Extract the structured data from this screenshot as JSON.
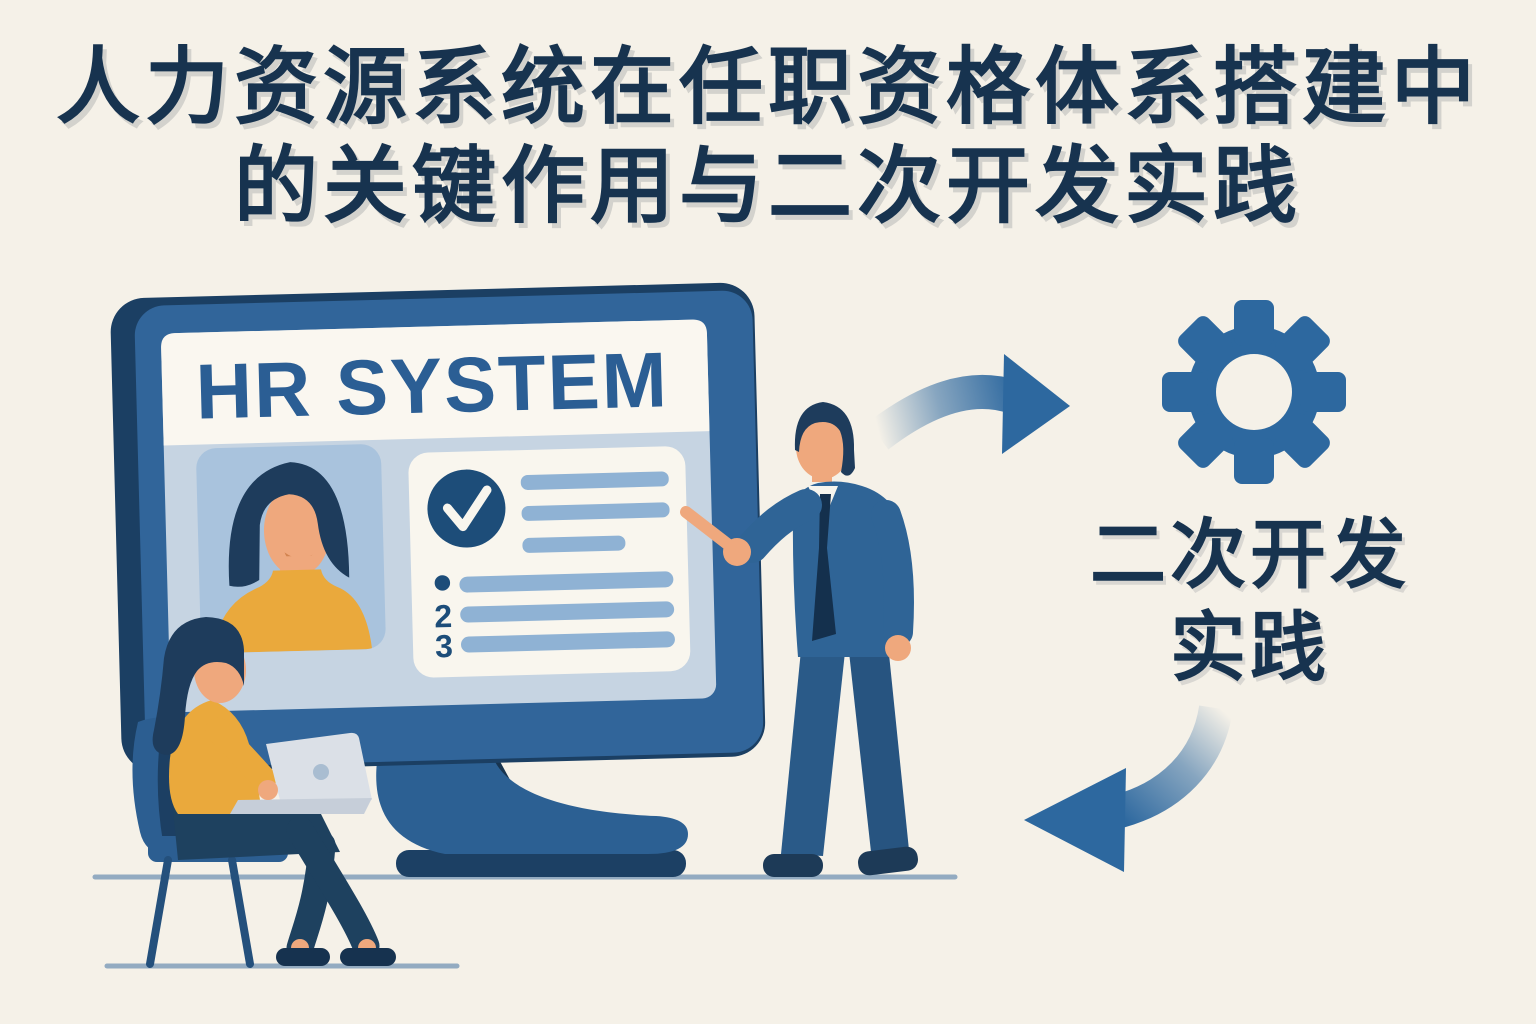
{
  "title": {
    "line1": "人力资源系统在任职资格体系搭建中",
    "line2": "的关键作用与二次开发实践"
  },
  "monitor": {
    "heading": "HR SYSTEM",
    "checklist": {
      "row_markers": [
        "•",
        "2",
        "3"
      ]
    }
  },
  "gear_caption": {
    "line1": "二次开发",
    "line2": "实践"
  },
  "icons": {
    "gear": "gear-icon",
    "check": "check-circle-icon",
    "arrow_forward": "curved-arrow-right-icon",
    "arrow_return": "curved-arrow-left-icon"
  },
  "colors": {
    "background": "#f5f1e8",
    "title_navy": "#17334f",
    "monitor_blue": "#31659a",
    "monitor_dark": "#1b3f63",
    "screen_header": "#faf7f0",
    "screen_body": "#c6d4e2",
    "photo_card": "#a9c3dd",
    "card_cream": "#f9f6ee",
    "check_navy": "#1d4d79",
    "bar_blue": "#8fb2d4",
    "accent_blue": "#2d689f",
    "suit_blue": "#2f6496",
    "pants_navy": "#2a5a88",
    "hair_navy": "#1e3c5c",
    "skin": "#efa87d",
    "shirt_yellow": "#eaa93c",
    "laptop_gray": "#dbe0e7",
    "chair_blue": "#2c5e91",
    "ground_line": "#93abc1"
  }
}
